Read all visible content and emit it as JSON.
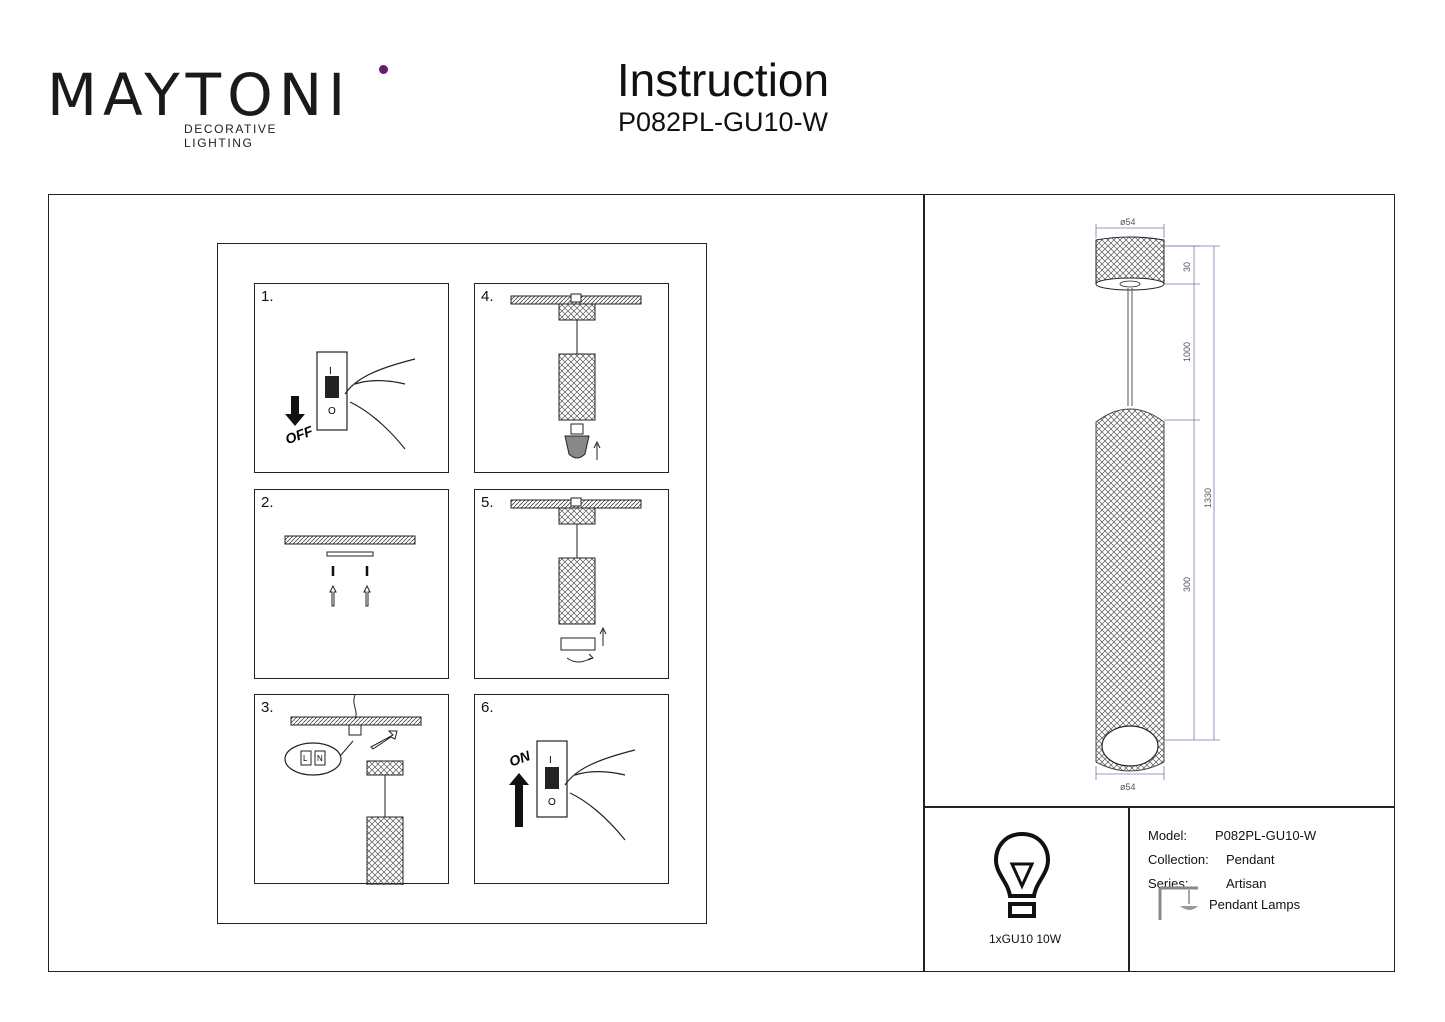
{
  "brand": {
    "name": "MAYTONI",
    "tagline": "DECORATIVE LIGHTING"
  },
  "header": {
    "title": "Instruction",
    "model": "P082PL-GU10-W"
  },
  "steps": [
    {
      "num": "1.",
      "label": "OFF",
      "switch_on": "I",
      "switch_off": "O"
    },
    {
      "num": "2."
    },
    {
      "num": "3.",
      "terminal_l": "L",
      "terminal_n": "N"
    },
    {
      "num": "4."
    },
    {
      "num": "5."
    },
    {
      "num": "6.",
      "label": "ON",
      "switch_on": "I",
      "switch_off": "O"
    }
  ],
  "dimensions": {
    "top_diameter": "ø54",
    "bottom_diameter": "ø54",
    "canopy_height": "30",
    "cable_length": "1000",
    "total_height": "1330",
    "body_height": "300"
  },
  "bulb": {
    "label": "1xGU10 10W"
  },
  "specs": {
    "model_label": "Model:",
    "model_value": "P082PL-GU10-W",
    "collection_label": "Collection:",
    "collection_value": "Pendant",
    "series_label": "Series:",
    "series_value": "Artisan",
    "category": "Pendant Lamps"
  }
}
